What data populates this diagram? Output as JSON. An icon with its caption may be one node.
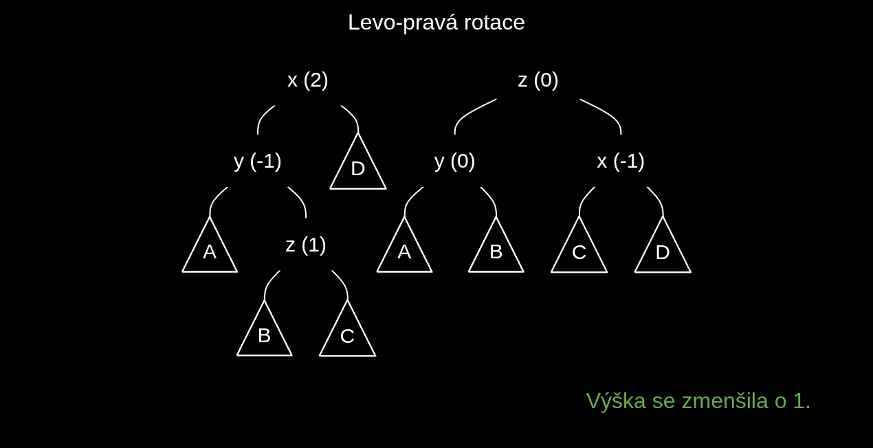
{
  "diagram": {
    "title": "Levo-pravá rotace",
    "nodes": [
      {
        "text": [
          "x (2)"
        ]
      },
      {
        "text": [
          "y (-1)"
        ]
      },
      {
        "text": [
          "D"
        ]
      },
      {
        "text": [
          "A"
        ]
      },
      {
        "text": [
          "z (1)"
        ]
      },
      {
        "text": [
          "B"
        ]
      },
      {
        "text": [
          "C"
        ]
      },
      {
        "text": [
          "z (0)"
        ]
      },
      {
        "text": [
          "y (0)"
        ]
      },
      {
        "text": [
          "x (-1)"
        ]
      },
      {
        "text": [
          "A"
        ]
      },
      {
        "text": [
          "B"
        ]
      },
      {
        "text": [
          "C"
        ]
      },
      {
        "text": [
          "D"
        ]
      }
    ],
    "edges": [
      {
        "from": 0,
        "to": 1,
        "arrow": "none"
      },
      {
        "from": 0,
        "to": 2,
        "arrow": "none"
      },
      {
        "from": 1,
        "to": 3,
        "arrow": "none"
      },
      {
        "from": 1,
        "to": 4,
        "arrow": "none"
      },
      {
        "from": 4,
        "to": 5,
        "arrow": "none"
      },
      {
        "from": 4,
        "to": 6,
        "arrow": "none"
      },
      {
        "from": 7,
        "to": 8,
        "arrow": "none"
      },
      {
        "from": 7,
        "to": 9,
        "arrow": "none"
      },
      {
        "from": 8,
        "to": 10,
        "arrow": "none"
      },
      {
        "from": 8,
        "to": 11,
        "arrow": "none"
      },
      {
        "from": 9,
        "to": 12,
        "arrow": "none"
      },
      {
        "from": 9,
        "to": 13,
        "arrow": "none"
      }
    ],
    "labels": [
      "Výška se zmenšila o 1."
    ]
  }
}
